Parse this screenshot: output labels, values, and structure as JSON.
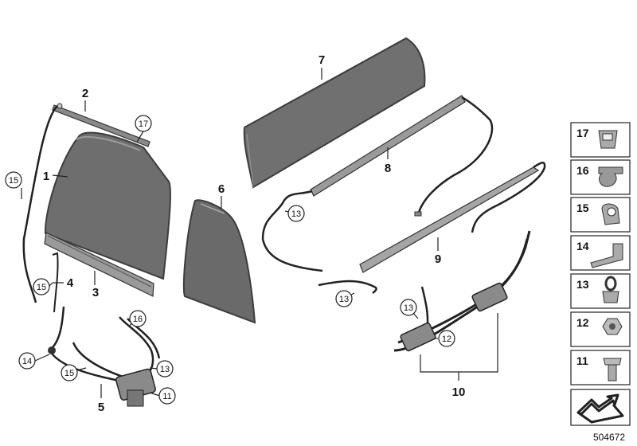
{
  "callouts": {
    "c1": "1",
    "c2": "2",
    "c3": "3",
    "c4": "4",
    "c5": "5",
    "c6": "6",
    "c7": "7",
    "c8": "8",
    "c9": "9",
    "c10": "10",
    "c17": "17",
    "c15a": "15",
    "c15b": "15",
    "c15c": "15",
    "c14": "14",
    "c16": "16",
    "c13a": "13",
    "c13b": "13",
    "c13c": "13",
    "c13d": "13",
    "c11": "11",
    "c12": "12"
  },
  "legend": [
    {
      "num": "17",
      "icon": "clip-nut-icon"
    },
    {
      "num": "16",
      "icon": "hose-clamp-icon"
    },
    {
      "num": "15",
      "icon": "hose-holder-icon"
    },
    {
      "num": "14",
      "icon": "bracket-clip-icon"
    },
    {
      "num": "13",
      "icon": "eye-bolt-icon"
    },
    {
      "num": "12",
      "icon": "hex-nut-icon"
    },
    {
      "num": "11",
      "icon": "hex-bolt-icon"
    }
  ],
  "footer": {
    "ref_number": "504672",
    "arrow_icon": "panel-arrow-icon"
  },
  "colors": {
    "panel": "#777777",
    "panel_edge": "#4a4a4a",
    "line": "#1a1a1a",
    "frame": "#222222"
  }
}
